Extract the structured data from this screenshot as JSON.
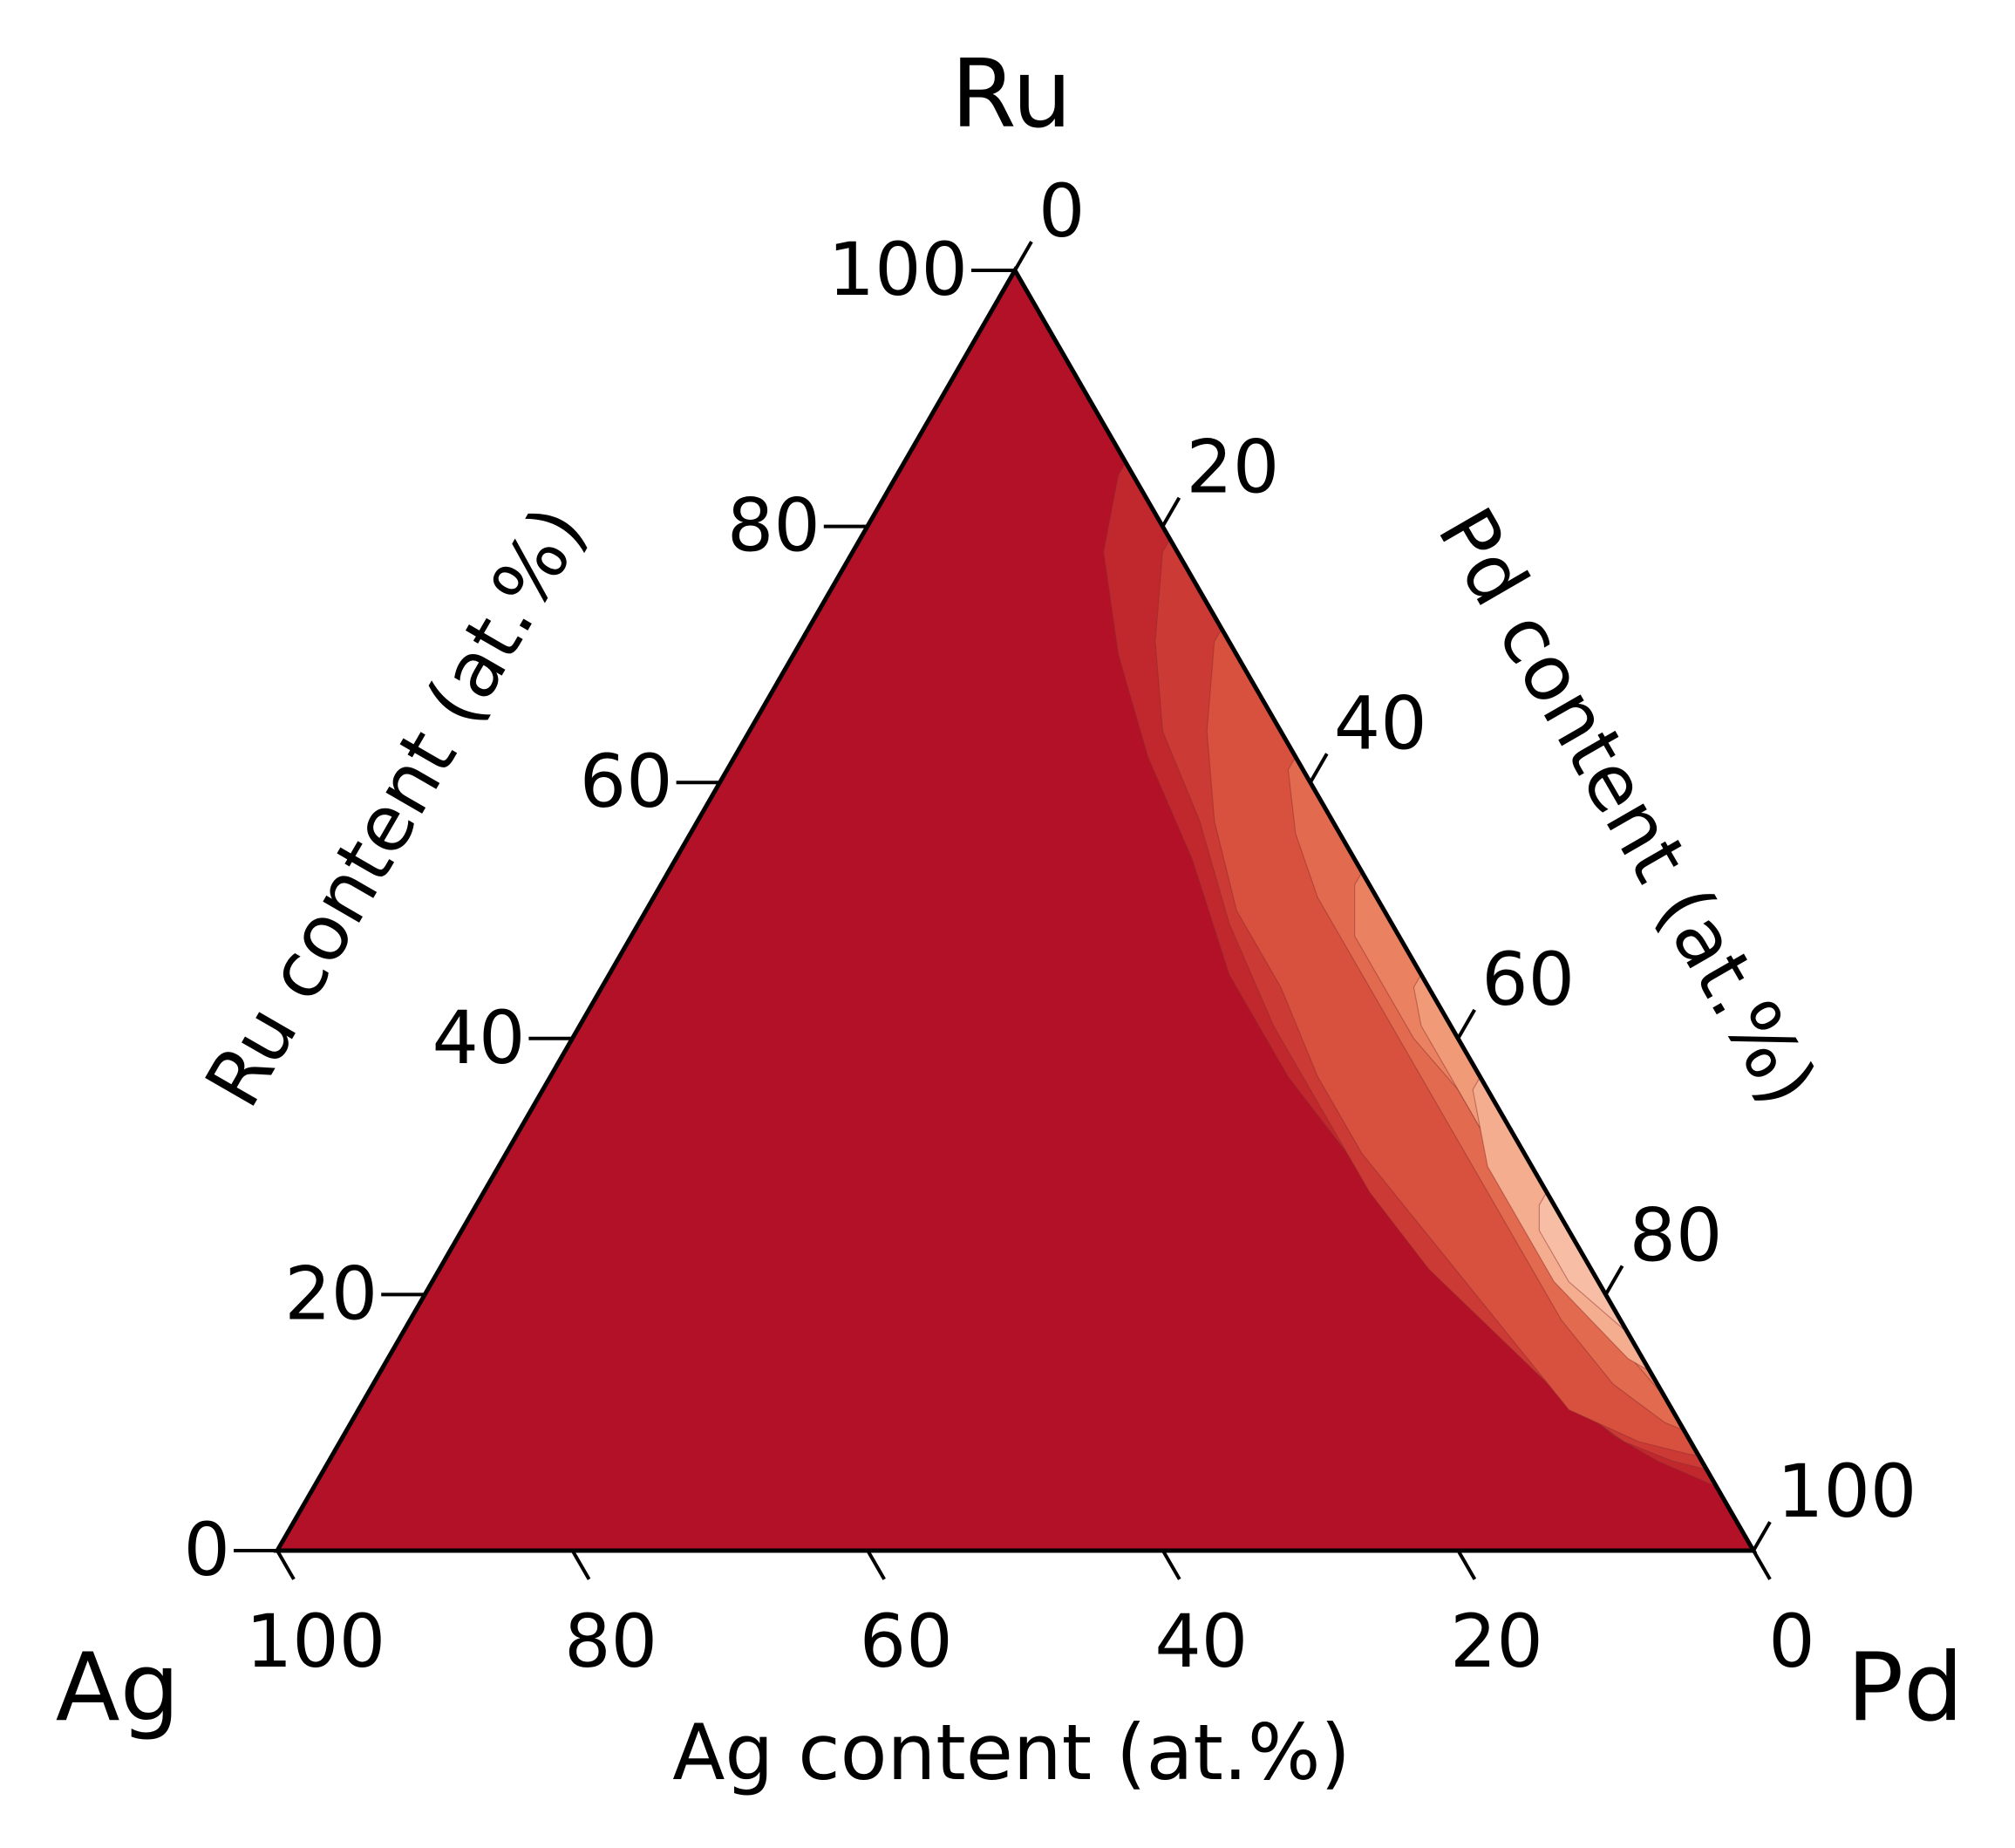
{
  "chart_data": {
    "type": "ternary-contour",
    "corners": {
      "top": "Ru",
      "left": "Ag",
      "right": "Pd"
    },
    "axis_titles": {
      "left": "Ru content (at.%)",
      "right": "Pd content (at.%)",
      "bottom": "Ag content (at.%)"
    },
    "ticks": {
      "ru": [
        "0",
        "20",
        "40",
        "60",
        "80",
        "100"
      ],
      "pd": [
        "0",
        "20",
        "40",
        "60",
        "80",
        "100"
      ],
      "ag": [
        "100",
        "80",
        "60",
        "40",
        "20",
        "0"
      ]
    },
    "tick_values": [
      0,
      20,
      40,
      60,
      80,
      100
    ],
    "colors": {
      "background_fill": "#b31128",
      "outline": "#000000",
      "contour_line": "#8a2a2a",
      "levels": [
        "#b31128",
        "#c0282e",
        "#cc3a35",
        "#d8513f",
        "#e26a4f",
        "#ea8262",
        "#f09a78",
        "#f4ad8e",
        "#f7bea5"
      ]
    },
    "contour_boundaries": [
      {
        "level": 1,
        "pd": [
          15,
          17,
          22,
          28,
          35,
          42,
          50,
          57,
          64,
          72,
          80,
          86,
          90,
          95,
          100
        ],
        "ru": [
          84,
          78,
          70,
          62,
          54,
          45,
          37,
          31,
          25,
          19,
          13,
          9,
          7,
          5,
          4.5
        ]
      },
      {
        "level": 2,
        "pd": [
          21,
          24,
          28,
          34,
          40,
          47,
          54,
          60,
          67,
          74,
          81,
          87,
          91,
          95,
          100
        ],
        "ru": [
          78,
          71,
          64,
          57,
          49,
          41,
          34,
          28,
          22,
          17,
          12,
          8.5,
          7,
          6,
          5.5
        ]
      },
      {
        "level": 3,
        "pd": [
          28,
          31,
          35,
          40,
          46,
          52,
          58,
          64,
          70,
          76,
          82,
          88,
          92,
          96,
          100
        ],
        "ru": [
          71,
          64,
          57,
          50,
          44,
          37,
          31,
          26,
          21,
          16,
          11,
          8.5,
          7.5,
          7,
          6.5
        ]
      },
      {
        "level": 4,
        "pd": [
          38,
          41,
          45,
          50,
          55,
          60,
          66,
          72,
          78,
          84,
          89,
          93,
          96,
          98,
          100
        ],
        "ru": [
          61,
          56,
          51,
          46,
          41,
          36,
          30,
          24,
          18,
          13,
          10,
          8.5,
          8,
          7.8,
          7.5
        ]
      },
      {
        "level": 5,
        "pd": [
          47,
          49,
          53,
          57,
          62,
          67,
          72,
          77,
          83,
          88,
          92,
          95,
          98,
          100
        ],
        "ru": [
          52,
          48,
          44,
          40,
          36,
          31,
          26,
          21,
          16,
          12,
          10,
          9,
          8.7,
          8.5
        ]
      },
      {
        "level": 6,
        "pd": [
          55,
          57,
          60,
          64,
          68,
          72,
          76,
          81,
          86,
          90,
          94,
          97,
          100
        ],
        "ru": [
          44,
          41,
          38,
          34,
          30,
          26,
          22,
          18,
          14,
          11.5,
          10,
          9.6,
          9.5
        ]
      },
      {
        "level": 7,
        "pd": [
          63,
          65,
          67,
          70,
          73,
          76,
          80,
          84,
          88,
          92,
          95,
          98,
          100
        ],
        "ru": [
          36,
          33,
          30,
          27,
          24,
          21,
          18,
          15,
          13,
          11.5,
          11,
          10.6,
          10.5
        ]
      },
      {
        "level": 8,
        "pd": [
          72,
          73,
          75,
          77,
          80,
          83,
          86,
          89,
          92,
          95,
          98,
          100
        ],
        "ru": [
          27,
          25,
          23,
          21,
          19,
          17,
          15,
          14,
          13,
          12.3,
          11.8,
          11.5
        ]
      }
    ]
  }
}
